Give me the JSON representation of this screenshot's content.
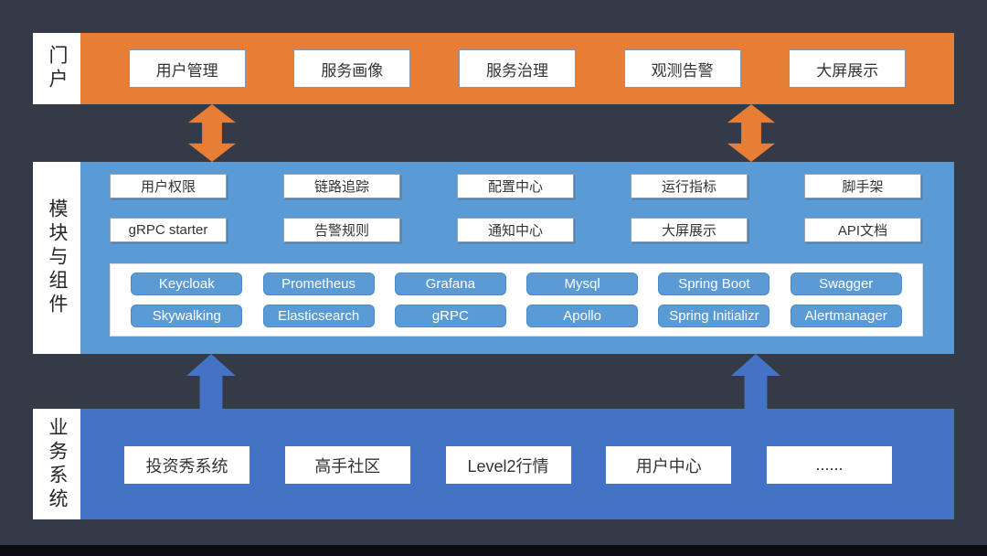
{
  "colors": {
    "background": "#343A46",
    "portal_band": "#E87E35",
    "modules_band": "#5B9BD5",
    "business_band": "#4472C4",
    "arrow_orange": "#E87E35",
    "arrow_blue": "#4472C4",
    "box_background": "#FFFFFF",
    "box_text": "#333333",
    "chip_fill": "#5B9BD5",
    "chip_text": "#FFFFFF"
  },
  "portal": {
    "label": "门户",
    "items": [
      "用户管理",
      "服务画像",
      "服务治理",
      "观测告警",
      "大屏展示"
    ]
  },
  "modules": {
    "label": "模块与组件",
    "row1": [
      "用户权限",
      "链路追踪",
      "配置中心",
      "运行指标",
      "脚手架"
    ],
    "row2": [
      "gRPC starter",
      "告警规则",
      "通知中心",
      "大屏展示",
      "API文档"
    ],
    "components_row1": [
      "Keycloak",
      "Prometheus",
      "Grafana",
      "Mysql",
      "Spring Boot",
      "Swagger"
    ],
    "components_row2": [
      "Skywalking",
      "Elasticsearch",
      "gRPC",
      "Apollo",
      "Spring Initializr",
      "Alertmanager"
    ]
  },
  "business": {
    "label": "业务系统",
    "items": [
      "投资秀系统",
      "高手社区",
      "Level2行情",
      "用户中心",
      "......"
    ]
  }
}
